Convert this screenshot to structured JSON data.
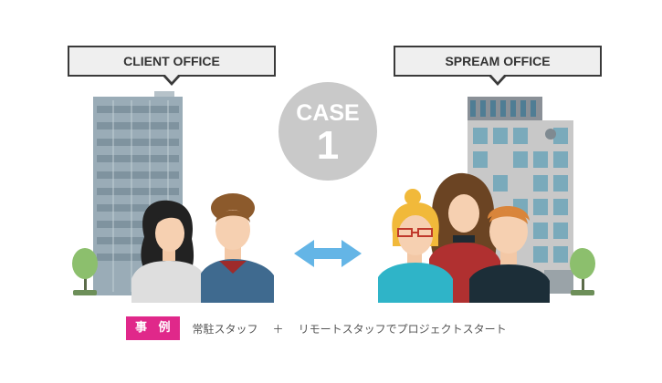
{
  "client_label": "CLIENT OFFICE",
  "spream_label": "SPREAM OFFICE",
  "case_word": "CASE",
  "case_number": "1",
  "caption": {
    "badge": "事 例",
    "part1": "常駐スタッフ",
    "plus": "＋",
    "part2": "リモートスタッフでプロジェクトスタート"
  },
  "colors": {
    "bubble_bg": "#efefef",
    "bubble_border": "#3a3a3a",
    "case_circle": "#c9c9c9",
    "arrow": "#64b5e6",
    "badge": "#e0288a",
    "client_building": "#9aacb7",
    "spream_building": "#c8c8c8",
    "spream_windows": "#7aaabb"
  },
  "icons": {
    "client_building": "office-building-icon",
    "spream_building": "office-building-icon",
    "exchange": "double-arrow-icon",
    "people": "person-icon",
    "tree": "tree-icon"
  }
}
